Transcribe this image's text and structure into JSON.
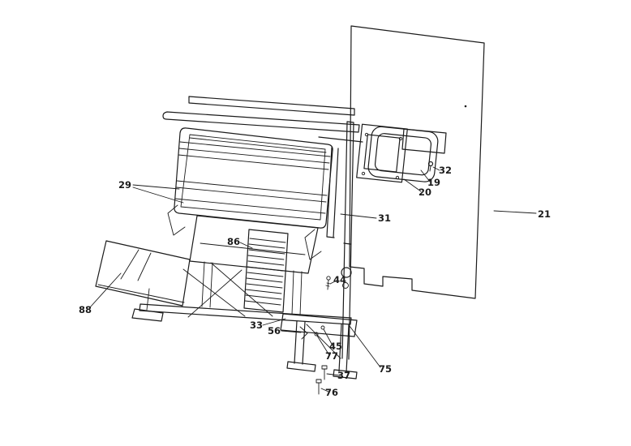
{
  "figure": {
    "kind": "exploded-parts-diagram",
    "colors": {
      "line": "#1b1b1b",
      "background": "#ffffff"
    }
  },
  "callouts": [
    {
      "part": "29"
    },
    {
      "part": "31"
    },
    {
      "part": "86"
    },
    {
      "part": "88"
    },
    {
      "part": "33"
    },
    {
      "part": "56"
    },
    {
      "part": "45"
    },
    {
      "part": "77"
    },
    {
      "part": "37"
    },
    {
      "part": "76"
    },
    {
      "part": "75"
    },
    {
      "part": "44"
    },
    {
      "part": "32"
    },
    {
      "part": "19"
    },
    {
      "part": "20"
    },
    {
      "part": "21"
    }
  ]
}
